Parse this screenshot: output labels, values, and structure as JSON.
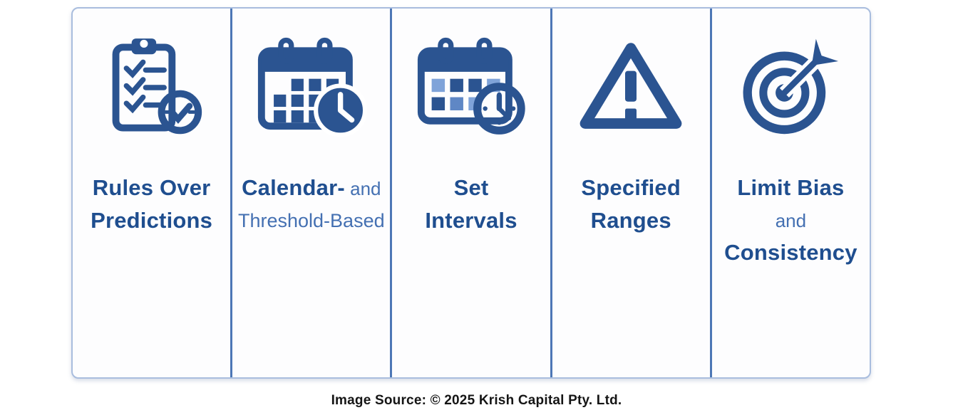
{
  "colors": {
    "navy": "#2b5491",
    "navy-text": "#1f4e8f",
    "blue-light-text": "#4470b2",
    "square-light": "#7fa3d9",
    "square-medium": "#5f87c5",
    "panel-border": "#a9bdde",
    "divider": "#4d77b6",
    "caption-color": "#151515"
  },
  "panels": [
    {
      "icon": "clipboard-checklist-clock-icon",
      "line1": "Rules Over",
      "line2": "Predictions"
    },
    {
      "icon": "calendar-clock-icon",
      "line1": "Calendar-",
      "line1b": " and",
      "line2": "Threshold-Based"
    },
    {
      "icon": "calendar-intervals-clock-icon",
      "line1": "Set",
      "line2": "Intervals"
    },
    {
      "icon": "warning-triangle-icon",
      "line1": "Specified",
      "line2": "Ranges"
    },
    {
      "icon": "target-arrow-icon",
      "line1": "Limit Bias",
      "line2": "and",
      "line3": "Consistency"
    }
  ],
  "caption": "Image Source: © 2025 Krish Capital Pty. Ltd."
}
